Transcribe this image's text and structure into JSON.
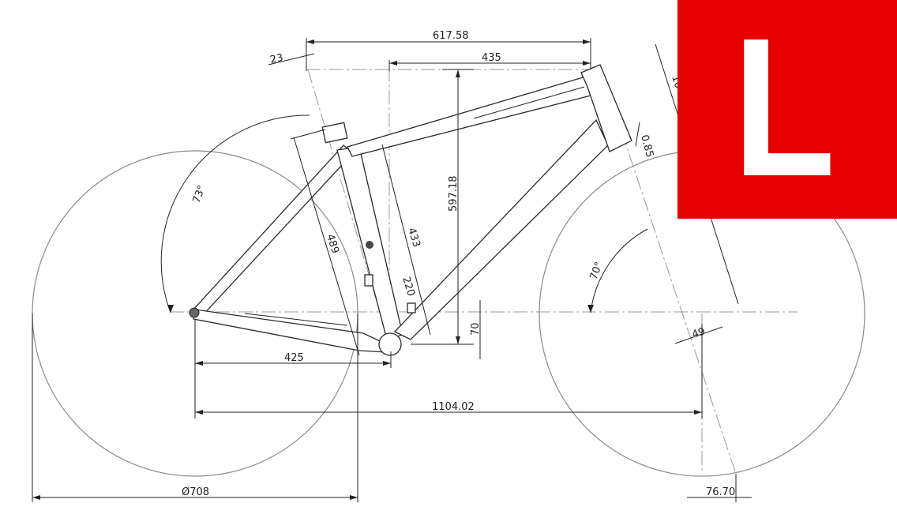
{
  "size_badge": {
    "letter": "L",
    "color": "#e60000"
  },
  "dimensions": {
    "top_tube_effective": "617.58",
    "reach": "435",
    "stack": "597.18",
    "seat_tube_offset": "23",
    "head_tube_length": "10",
    "head_tube_offset": "0.85",
    "seat_tube_length": "489",
    "seat_tube_to_top": "433",
    "bb_to_seatpost": "220",
    "bb_drop": "70",
    "chainstay": "425",
    "wheelbase": "1104.02",
    "wheel_diameter": "Ø708",
    "trail": "76.70",
    "fork_offset": "49",
    "seat_angle": "73°",
    "head_angle": "70°"
  }
}
